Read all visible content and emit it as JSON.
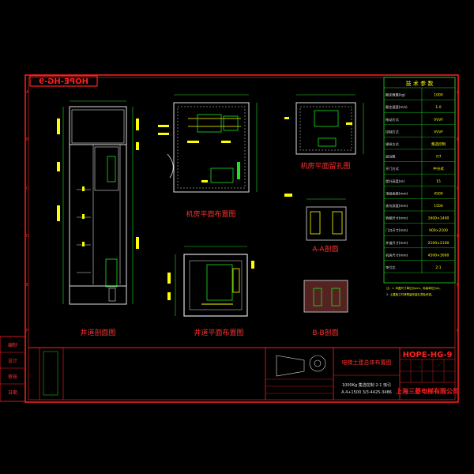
{
  "drawing_code": "HOPE-HG-9",
  "drawing_code_mirrored": "HOPE-HG-9",
  "views": {
    "shaft_section": "井道剖面图",
    "machine_room_plan": "机房平面布置图",
    "machine_room_hole": "机房平面留孔图",
    "shaft_plan": "井道平面布置图",
    "section_aa": "A-A剖面",
    "section_bb": "B-B剖面"
  },
  "tech_table": {
    "title": "技 术 参 数",
    "rows": [
      {
        "label": "额定载重(kg)",
        "value": "1000"
      },
      {
        "label": "额定速度(m/s)",
        "value": "1.0"
      },
      {
        "label": "拖动方式",
        "value": "VVVF"
      },
      {
        "label": "控制方式",
        "value": "VVVF"
      },
      {
        "label": "操纵方式",
        "value": "集选控制"
      },
      {
        "label": "层站数",
        "value": "7/7"
      },
      {
        "label": "开门方式",
        "value": "中分式"
      },
      {
        "label": "提升高度(m)",
        "value": "15"
      },
      {
        "label": "顶层高度(mm)",
        "value": "4500"
      },
      {
        "label": "底坑深度(mm)",
        "value": "1500"
      },
      {
        "label": "轿厢尺寸(mm)",
        "value": "1600×1400"
      },
      {
        "label": "门口尺寸(mm)",
        "value": "900×2100"
      },
      {
        "label": "井道尺寸(mm)",
        "value": "2100×2100"
      },
      {
        "label": "机房尺寸(mm)",
        "value": "4500×3000"
      },
      {
        "label": "曳引比",
        "value": "2:1"
      }
    ],
    "notes": [
      "注：1. 本图尺寸单位为mm，标高单位为m。",
      "2. 土建施工时请预留安装孔洞及吊钩。"
    ]
  },
  "title_block": {
    "project_title": "电梯土建总体布置图",
    "spec_line1": "1000Kg 集选控制 2:1 曳引",
    "spec_line2": "A.4+1500 3/3-4425-3486",
    "company": "上海三菱电梯有限公司",
    "code": "HOPE-HG-9"
  },
  "left_labels": [
    "编制",
    "设计",
    "审核",
    "日期"
  ],
  "colors": {
    "frame": "#ff2020",
    "structure": "#e0e0e0",
    "dimension": "#20e020",
    "accent": "#ffff00",
    "text_red": "#ff3030"
  }
}
